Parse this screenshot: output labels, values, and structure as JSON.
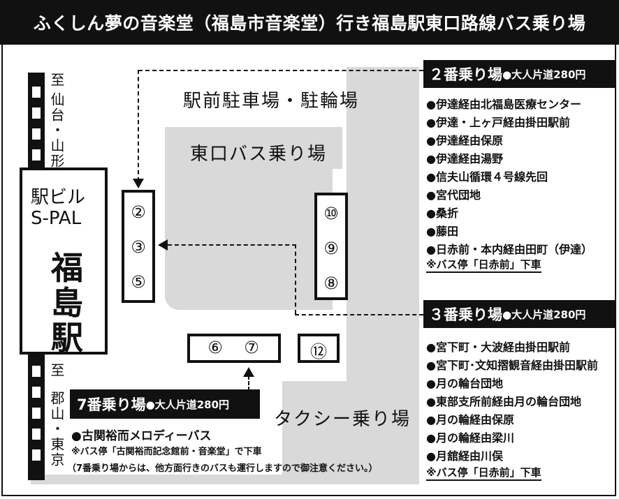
{
  "title": "ふくしん夢の音楽堂（福島市音楽堂）行き福島駅東口路線バス乗り場",
  "rail": {
    "north_to": "至",
    "north_dest": "仙台・山形",
    "south_to": "至",
    "south_dest": "郡山・東京"
  },
  "station": {
    "line1": "駅ビル",
    "line2": "S-PAL",
    "name_chars": [
      "福",
      "島",
      "駅"
    ]
  },
  "areas": {
    "parking": "駅前駐車場・駐輪場",
    "bus_area": "東口バス乗り場",
    "taxi": "タクシー乗り場"
  },
  "stops": {
    "left_column": [
      "②",
      "③",
      "⑤"
    ],
    "right_column": [
      "⑩",
      "⑨",
      "⑧"
    ],
    "bottom_pair": [
      "⑥",
      "⑦"
    ],
    "single": "⑫"
  },
  "stop2": {
    "header": "２番乗り場",
    "fare": "●大人片道280円",
    "routes": [
      "●伊達経由北福島医療センター",
      "●伊達・上ヶ戸経由掛田駅前",
      "●伊達経由保原",
      "●伊達経由湯野",
      "●信夫山循環４号線先回",
      "●宮代団地",
      "●桑折",
      "●藤田",
      "●日赤前・本内経由田町（伊達）"
    ],
    "note": "※バス停「日赤前」下車"
  },
  "stop3": {
    "header": "３番乗り場",
    "fare": "●大人片道280円",
    "routes": [
      "●宮下町・大波経由掛田駅前",
      "●宮下町･文知摺観音経由掛田駅前",
      "●月の輪台団地",
      "●東部支所前経由月の輪台団地",
      "●月の輪経由保原",
      "●月の輪経由梁川",
      "●月舘経由川俣"
    ],
    "note": "※バス停「日赤前」下車"
  },
  "stop7": {
    "header": "7番乗り場",
    "fare": "●大人片道280円",
    "route": "●古関裕而メロディーバス",
    "sub_note": "※バス停「古関裕而記念館前・音楽堂」で下車",
    "caution": "（7番乗り場からは、他方面行きのバスも運行しますので御注意ください。）"
  }
}
